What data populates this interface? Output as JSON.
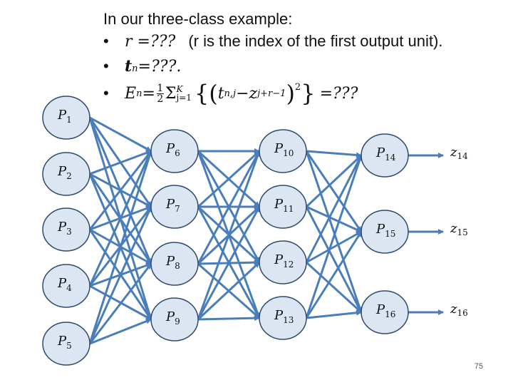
{
  "title": "In our three-class example:",
  "bullets": {
    "b1_math": "r =???",
    "b1_text": "(r is the index of the first output unit).",
    "b2_math": "t",
    "b2_sub": "n",
    "b2_rest": " =???.",
    "b3_lhs": "E",
    "b3_lhs_sub": "n",
    "b3_frac_num": "1",
    "b3_frac_den": "2",
    "b3_sum": "Σ",
    "b3_sum_sup": "K",
    "b3_sum_sub": "j=1",
    "b3_t": "t",
    "b3_t_sub": "n,j",
    "b3_z": "z",
    "b3_z_sub": "j+r−1",
    "b3_sq": "2",
    "b3_rhs": "=???"
  },
  "bullet_glyph": "•",
  "network": {
    "node_fill": "#dce6f2",
    "node_stroke": "#2e4b6d",
    "edge_color": "#4a7ebb",
    "layers": [
      [
        "P1",
        "P2",
        "P3",
        "P4",
        "P5"
      ],
      [
        "P6",
        "P7",
        "P8",
        "P9"
      ],
      [
        "P10",
        "P11",
        "P12",
        "P13"
      ],
      [
        "P14",
        "P15",
        "P16"
      ]
    ],
    "outputs": [
      "z14",
      "z15",
      "z16"
    ]
  },
  "page_number": "75"
}
